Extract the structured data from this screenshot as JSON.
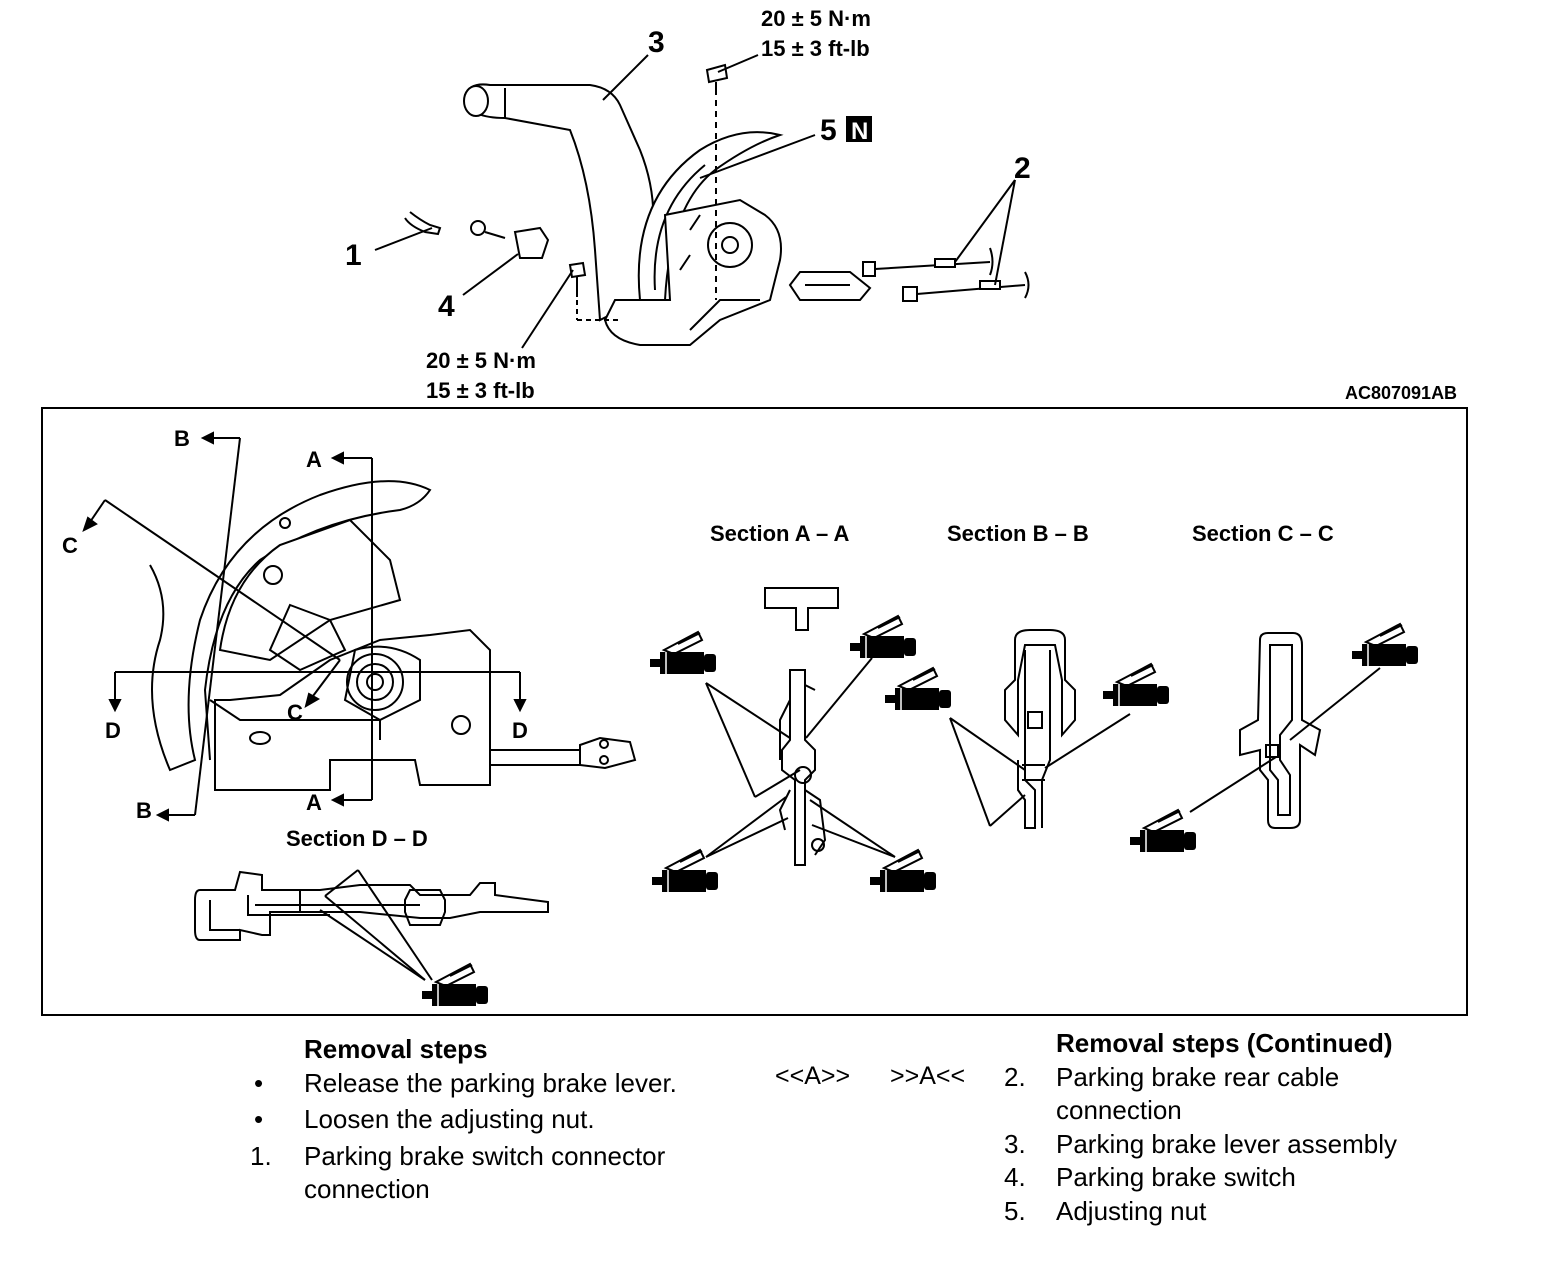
{
  "figure_id": "AC807091AB",
  "callouts": {
    "c1": "1",
    "c2": "2",
    "c3": "3",
    "c4": "4",
    "c5": "5",
    "n_mark": "N"
  },
  "torque_top": {
    "line1": "20 ± 5 N·m",
    "line2": "15 ± 3 ft-lb"
  },
  "torque_bottom": {
    "line1": "20 ± 5 N·m",
    "line2": "15 ± 3 ft-lb"
  },
  "detail": {
    "section_letters": {
      "a_top": "A",
      "a_bottom": "A",
      "b_top": "B",
      "b_bottom": "B",
      "c_left": "C",
      "c_center": "C",
      "d_left": "D",
      "d_right": "D"
    },
    "section_aa": "Section  A – A",
    "section_bb": "Section  B – B",
    "section_cc": "Section  C – C",
    "section_dd": "Section  D – D"
  },
  "removal_left": {
    "heading": "Removal steps",
    "items": [
      {
        "marker": "•",
        "text": "Release the parking brake lever."
      },
      {
        "marker": "•",
        "text": "Loosen the adjusting nut."
      },
      {
        "marker": "1.",
        "text": "Parking brake switch connector",
        "text2": "connection"
      }
    ]
  },
  "service_marks": {
    "a_left": "<<A>>",
    "a_right": ">>A<<"
  },
  "removal_right": {
    "heading": "Removal steps (Continued)",
    "items": [
      {
        "marker": "2.",
        "text": "Parking brake rear cable",
        "text2": "connection"
      },
      {
        "marker": "3.",
        "text": "Parking brake lever assembly"
      },
      {
        "marker": "4.",
        "text": "Parking brake switch"
      },
      {
        "marker": "5.",
        "text": "Adjusting nut"
      }
    ]
  }
}
